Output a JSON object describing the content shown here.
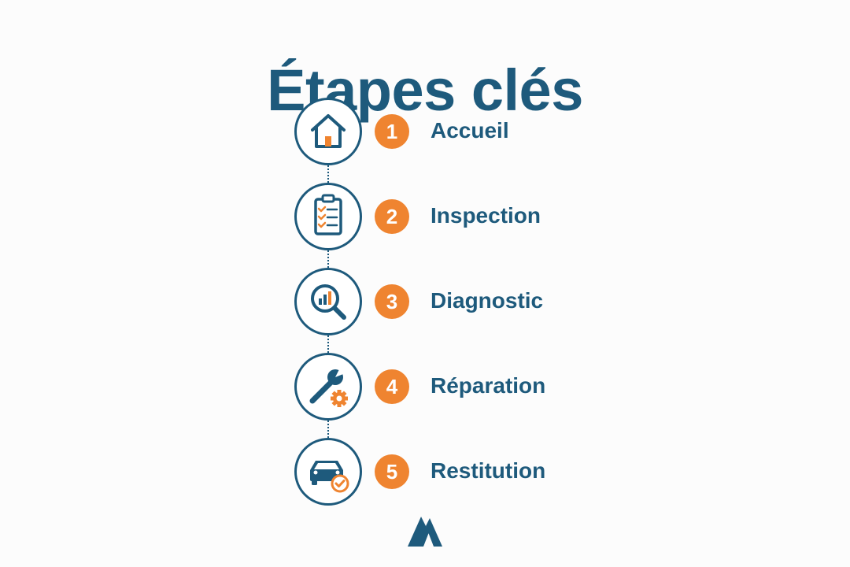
{
  "title": "Étapes clés",
  "colors": {
    "primary": "#1e5a7c",
    "accent": "#ef8430",
    "background": "#fcfcfc"
  },
  "steps": [
    {
      "number": "1",
      "label": "Accueil",
      "icon": "house-icon"
    },
    {
      "number": "2",
      "label": "Inspection",
      "icon": "clipboard-checklist-icon"
    },
    {
      "number": "3",
      "label": "Diagnostic",
      "icon": "magnifier-chart-icon"
    },
    {
      "number": "4",
      "label": "Réparation",
      "icon": "wrench-gear-icon"
    },
    {
      "number": "5",
      "label": "Restitution",
      "icon": "car-check-icon"
    }
  ],
  "footer": {
    "logo": "brand-logo-icon"
  }
}
